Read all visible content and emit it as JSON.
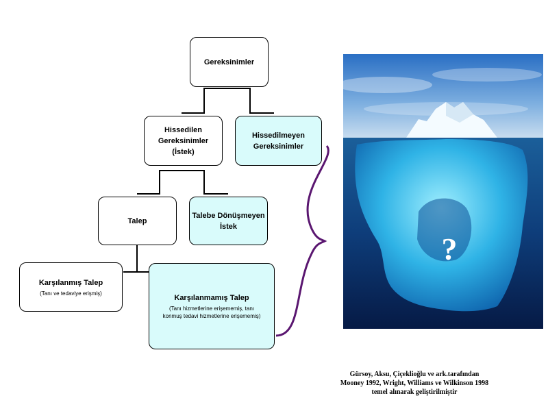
{
  "nodes": {
    "root": {
      "title": "Gereksinimler"
    },
    "felt": {
      "title": "Hissedilen\nGereksinimler\n(İstek)"
    },
    "unfelt": {
      "title": "Hissedilmeyen\nGereksinimler"
    },
    "demand": {
      "title": "Talep"
    },
    "non_converted": {
      "title": "Talebe Dönüşmeyen\nİstek"
    },
    "met": {
      "title": "Karşılanmış Talep",
      "sub": "(Tanı ve tedaviye erişmiş)"
    },
    "unmet": {
      "title": "Karşılanmamış Talep",
      "sub": "(Tanı hizmetlerine erişememiş, tanı\nkonmuş tedavi hizmetlerine erişememiş)"
    }
  },
  "iceberg": {
    "question_mark": "?"
  },
  "caption": {
    "line1": "Gürsoy, Aksu, Çiçeklioğlu ve ark.tarafından",
    "line2": "Mooney 1992, Wright, Williams ve Wilkinson 1998",
    "line3": "temel alınarak geliştirilmiştir"
  },
  "colors": {
    "highlight_box": "#d9fbfb",
    "bracket": "#5a1670",
    "line": "#000000"
  }
}
